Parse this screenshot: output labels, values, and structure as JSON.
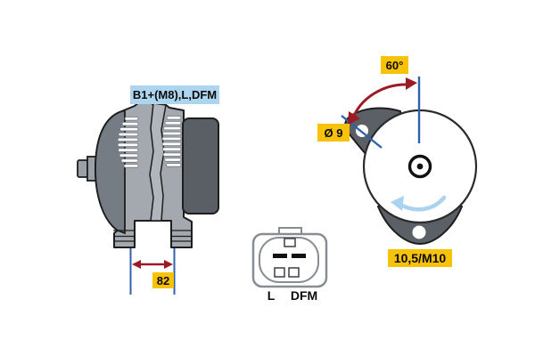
{
  "side_view": {
    "terminal_label": "B1+(M8),L,DFM",
    "mount_spacing": "82"
  },
  "rear_view": {
    "angle": "60°",
    "lug_hole_diameter": "Ø 9",
    "lug_hole_size": "10,5/M10"
  },
  "connector": {
    "pins": [
      "L",
      "DFM"
    ]
  },
  "colors": {
    "label_yellow": "#F7C20A",
    "label_blue": "#AED5F0",
    "dimension_red": "#9B1B25",
    "dimension_blue": "#2F62A8",
    "rotation_arrow_blue": "#A9D3EE",
    "body_gray": "#A4A9AF",
    "front_housing_gray": "#767C84",
    "rib_gray": "#B1B6BC",
    "rear_cover_gray": "#5A5F65",
    "lug_gray": "#5A6066",
    "outline": "#1D1D1D"
  }
}
